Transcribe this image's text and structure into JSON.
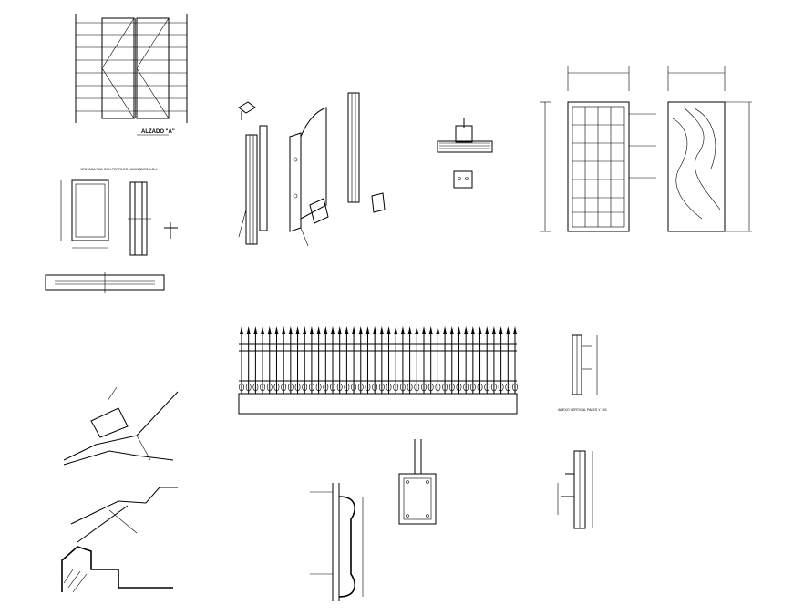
{
  "drawing": {
    "background": "#ffffff",
    "line_color": "#000000",
    "labels": {
      "alzado": "ALZADO \"A\"",
      "ventana_title": "VENTANA FIJA CON PERFILES LAMINADOS-A-B-L",
      "anexo": "ANEXO VERTICAL PALES Y 193"
    }
  }
}
